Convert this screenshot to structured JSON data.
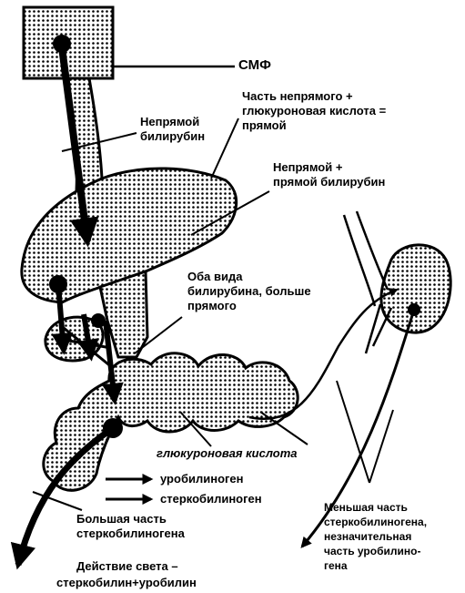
{
  "labels": {
    "smf": "СМФ",
    "indirect_plus_glucuronic": [
      "Часть непрямого  +",
      "глюкуроновая кислота =",
      "прямой"
    ],
    "indirect_bilirubin": [
      "Непрямой",
      "билирубин"
    ],
    "indirect_plus_direct": [
      "Непрямой +",
      "прямой билирубин"
    ],
    "both_types": [
      "Оба вида",
      "билирубина, больше",
      "прямого"
    ],
    "glucuronic_acid": "глюкуроновая кислота",
    "legend_urobilinogen": "уробилиноген",
    "legend_stercobilinogen": "стеркобилиноген",
    "major_part": [
      "Большая часть",
      "стеркобилиногена"
    ],
    "light_action": [
      "Действие света –",
      "стеркобилин+уробилин"
    ],
    "minor_part": [
      "Меньшая часть",
      "стеркобилиногена,",
      "незначительная",
      "часть уробилино-",
      "гена"
    ]
  }
}
